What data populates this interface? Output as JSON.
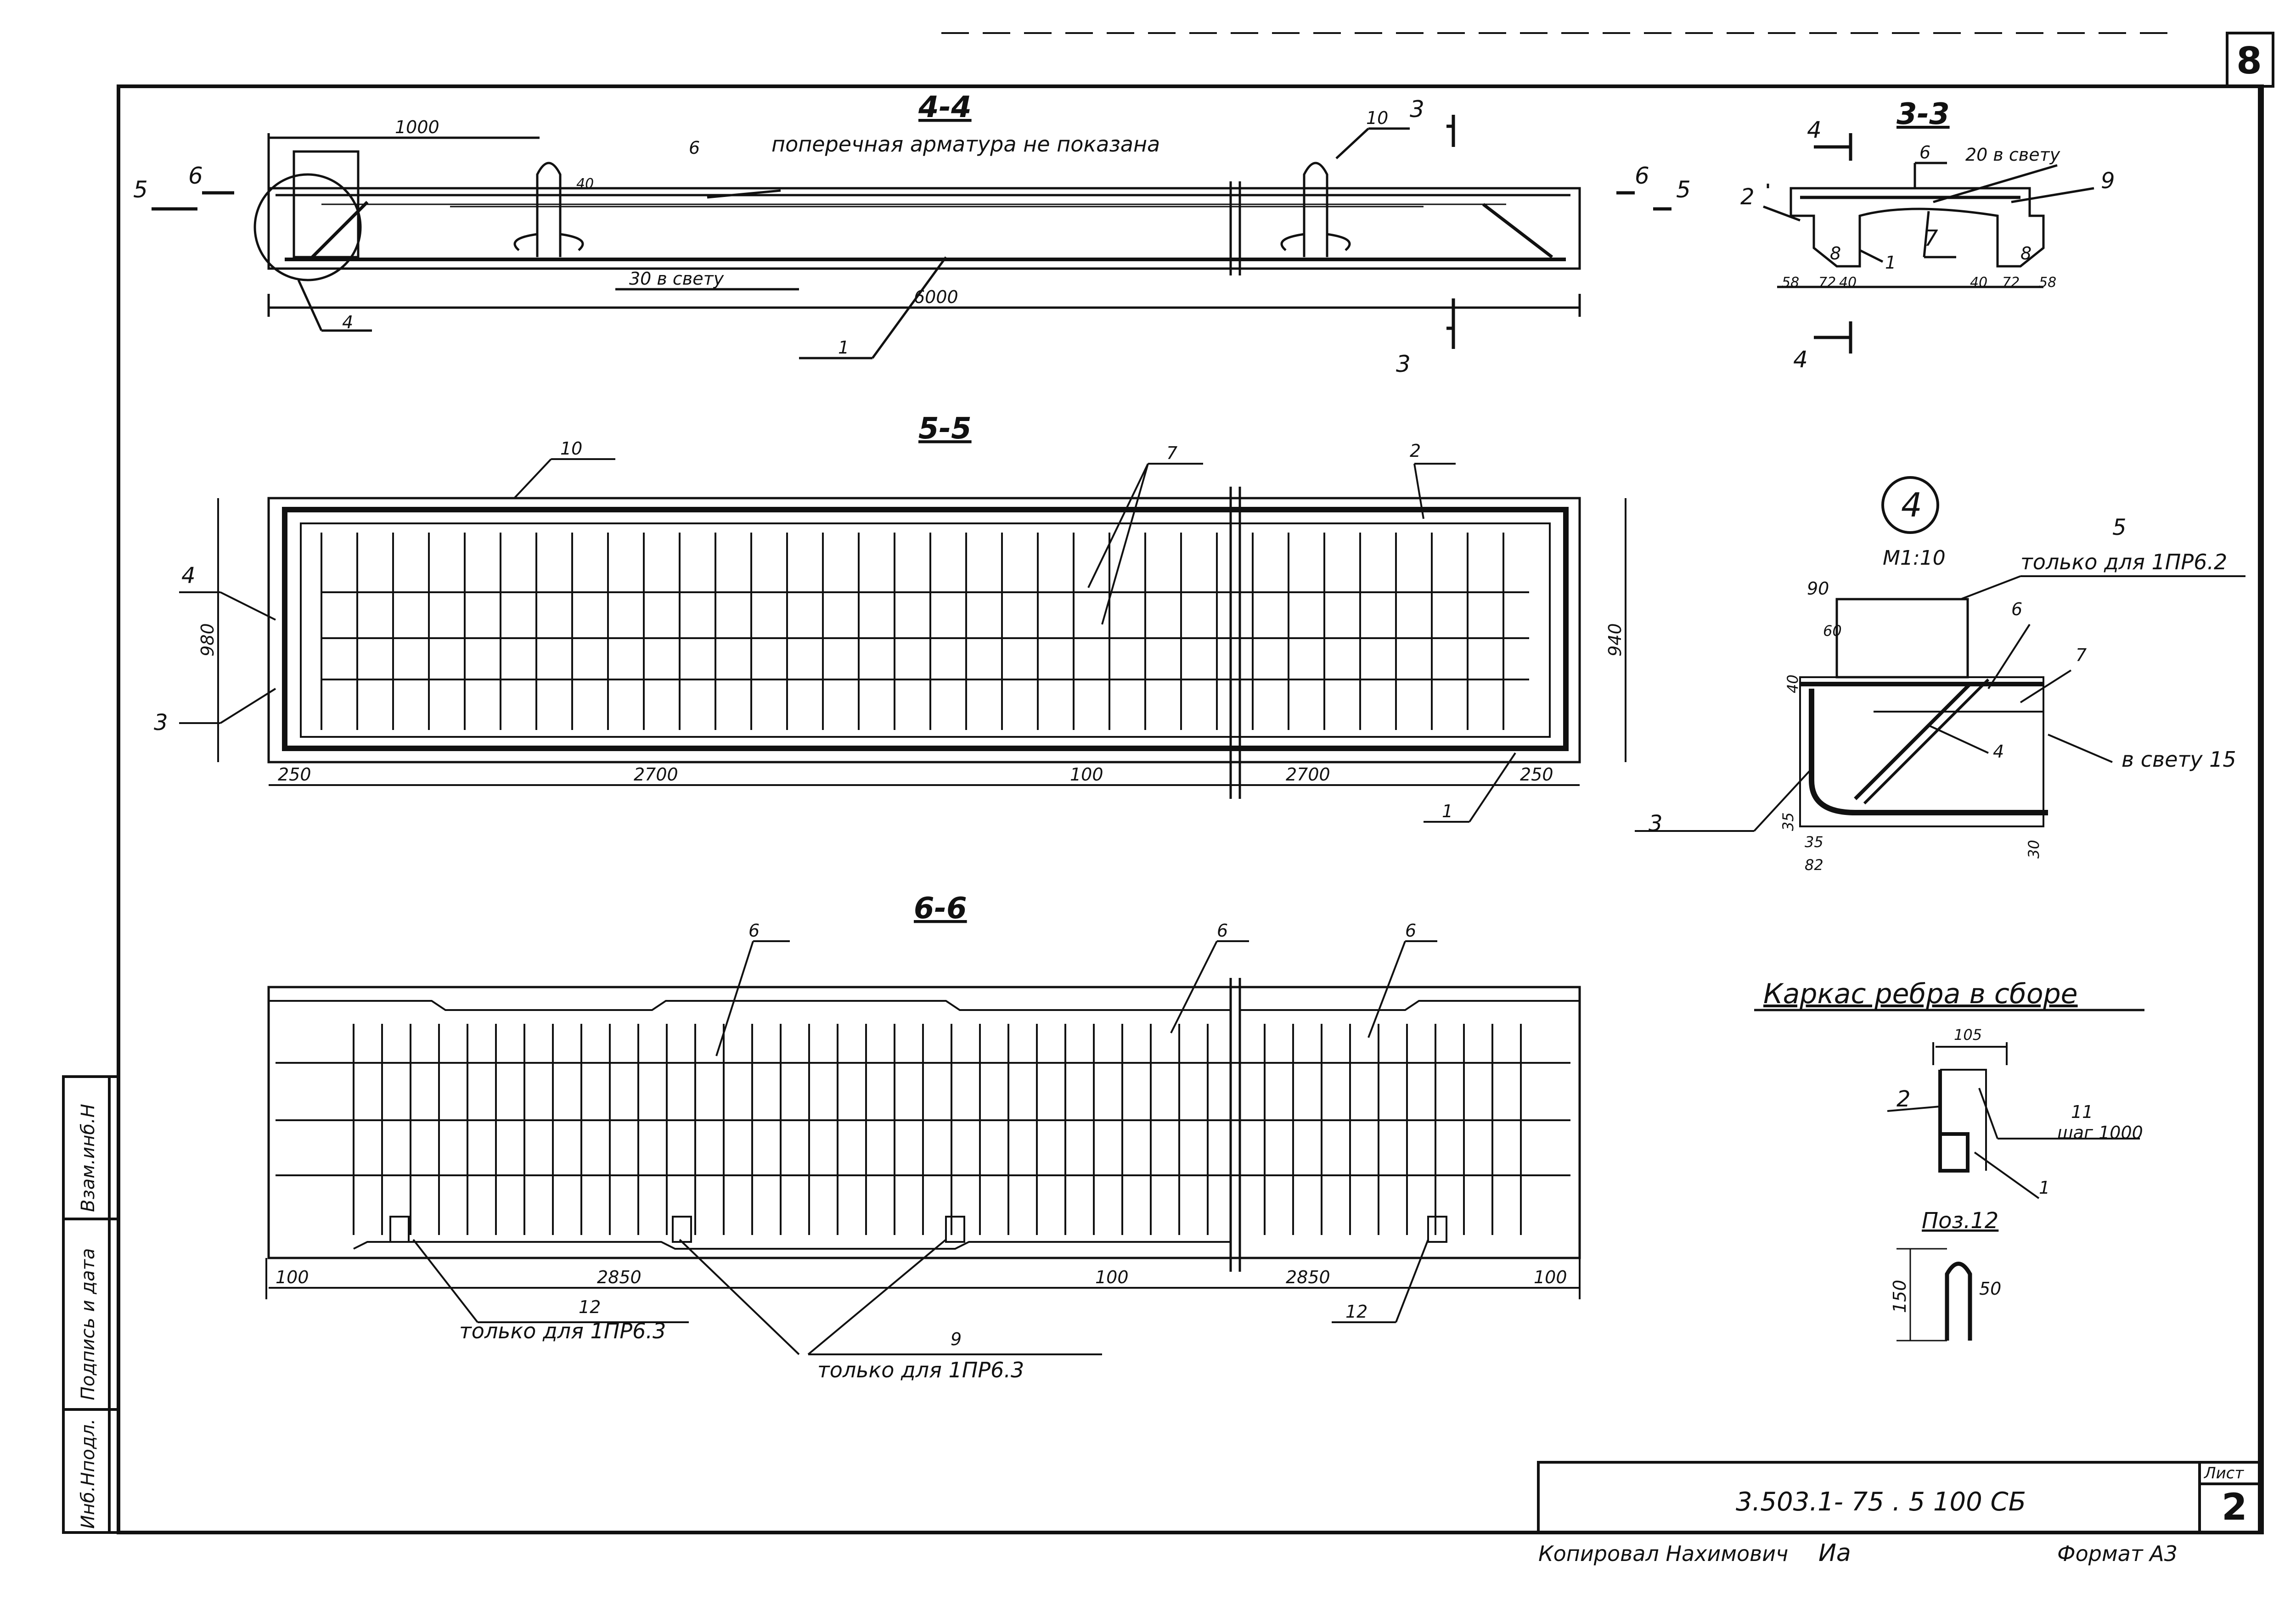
{
  "sheet": {
    "sheet_number": "8",
    "code": "3.503.1- 75 . 5 100 СБ",
    "list_label": "Лист",
    "list_number": "2",
    "copied_by": "Копировал Нахимович",
    "signature": "Иа",
    "format": "Формат А3",
    "side_stamp": [
      "Инб.Нподл.",
      "Подпись и дата",
      "Взам.инб.Н"
    ]
  },
  "section_4_4": {
    "title": "4-4",
    "note": "поперечная арматура не показана",
    "dims": {
      "top": "1000",
      "overall": "6000",
      "clear": "30 в свету",
      "small": "40"
    },
    "marks": {
      "a": "6",
      "b": "10",
      "c": "4",
      "d": "1",
      "cut3": "3",
      "cut5": "5",
      "cut6": "6"
    }
  },
  "section_3_3": {
    "title": "3-3",
    "clear": "20 в свету",
    "marks": {
      "m6": "6",
      "m2": "2",
      "m9": "9",
      "m1": "1",
      "m7": "7",
      "m8a": "8",
      "m8b": "8",
      "cut4": "4"
    },
    "dims": [
      "58",
      "72",
      "40",
      "40",
      "72",
      "58"
    ]
  },
  "section_5_5": {
    "title": "5-5",
    "marks": {
      "m10": "10",
      "m7": "7",
      "m2": "2",
      "m4": "4",
      "m3": "3",
      "m1": "1"
    },
    "dims": {
      "height_left": "980",
      "height_right": "940",
      "e1": "250",
      "span1": "2700",
      "gap": "100",
      "span2": "2700",
      "e2": "250"
    }
  },
  "detail_4": {
    "number": "4",
    "scale": "М1:10",
    "mark5": "5",
    "only_for": "только для 1ПР6.2",
    "marks": {
      "m6": "6",
      "m7": "7",
      "m4": "4",
      "m3": "3"
    },
    "clear": "в свету 15",
    "dims": {
      "d90": "90",
      "d60": "60",
      "d40": "40",
      "d35a": "35",
      "d35b": "35",
      "d82": "82",
      "d30": "30"
    }
  },
  "section_6_6": {
    "title": "6-6",
    "marks": {
      "a": "6",
      "b": "6",
      "c": "6"
    },
    "dims": {
      "e1": "100",
      "span1": "2850",
      "gap": "100",
      "span2": "2850",
      "e2": "100"
    },
    "mark12_left": "12",
    "only_for_12": "только для 1ПР6.3",
    "mark9": "9",
    "only_for_9": "только для 1ПР6.3",
    "mark12_right": "12"
  },
  "rib_cage": {
    "title": "Каркас ребра в сборе",
    "dim105": "105",
    "mark2": "2",
    "mark11": "11",
    "step": "шаг 1000",
    "mark1": "1"
  },
  "pos12": {
    "title": "Поз.12",
    "h": "150",
    "w": "50"
  }
}
